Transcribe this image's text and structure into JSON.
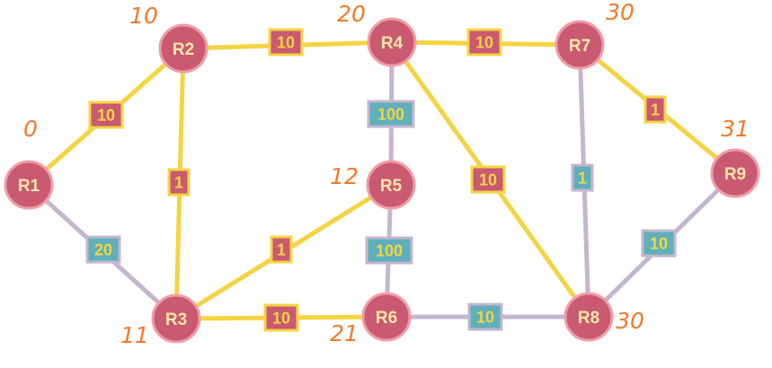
{
  "colors": {
    "node_fill": "#c95a72",
    "node_stroke": "#f09da7",
    "node_text": "#fbe7a6",
    "edge_yellow": "#f4d442",
    "edge_lilac": "#c4b6cf",
    "box_magenta": "#c95a72",
    "box_teal": "#5fb0ba",
    "box_text_on_magenta": "#f4d442",
    "box_text_on_teal": "#f4d442",
    "distance_text": "#f4792a"
  },
  "nodes": [
    {
      "id": "R1",
      "label": "R1",
      "distance": "0"
    },
    {
      "id": "R2",
      "label": "R2",
      "distance": "10"
    },
    {
      "id": "R3",
      "label": "R3",
      "distance": "11"
    },
    {
      "id": "R4",
      "label": "R4",
      "distance": "20"
    },
    {
      "id": "R5",
      "label": "R5",
      "distance": "12"
    },
    {
      "id": "R6",
      "label": "R6",
      "distance": "21"
    },
    {
      "id": "R7",
      "label": "R7",
      "distance": "30"
    },
    {
      "id": "R8",
      "label": "R8",
      "distance": "30"
    },
    {
      "id": "R9",
      "label": "R9",
      "distance": "31"
    }
  ],
  "edges": [
    {
      "from": "R1",
      "to": "R2",
      "weight": "10",
      "color": "yellow"
    },
    {
      "from": "R1",
      "to": "R3",
      "weight": "20",
      "color": "lilac"
    },
    {
      "from": "R2",
      "to": "R4",
      "weight": "10",
      "color": "yellow"
    },
    {
      "from": "R2",
      "to": "R3",
      "weight": "1",
      "color": "yellow"
    },
    {
      "from": "R3",
      "to": "R5",
      "weight": "1",
      "color": "yellow"
    },
    {
      "from": "R3",
      "to": "R6",
      "weight": "10",
      "color": "yellow"
    },
    {
      "from": "R4",
      "to": "R5",
      "weight": "100",
      "color": "lilac"
    },
    {
      "from": "R4",
      "to": "R7",
      "weight": "10",
      "color": "yellow"
    },
    {
      "from": "R4",
      "to": "R8",
      "weight": "10",
      "color": "yellow"
    },
    {
      "from": "R5",
      "to": "R6",
      "weight": "100",
      "color": "lilac"
    },
    {
      "from": "R6",
      "to": "R8",
      "weight": "10",
      "color": "lilac"
    },
    {
      "from": "R7",
      "to": "R8",
      "weight": "1",
      "color": "lilac"
    },
    {
      "from": "R7",
      "to": "R9",
      "weight": "1",
      "color": "yellow"
    },
    {
      "from": "R8",
      "to": "R9",
      "weight": "10",
      "color": "lilac"
    }
  ]
}
